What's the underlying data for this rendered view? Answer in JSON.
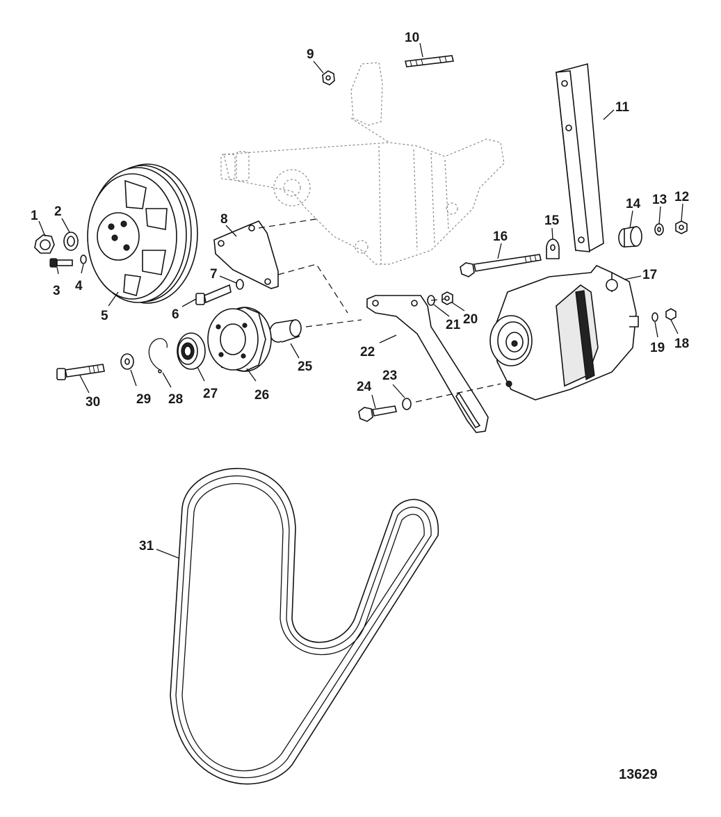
{
  "figure_number": "13629",
  "callouts": [
    {
      "id": "c1",
      "label": "1"
    },
    {
      "id": "c2",
      "label": "2"
    },
    {
      "id": "c3",
      "label": "3"
    },
    {
      "id": "c4",
      "label": "4"
    },
    {
      "id": "c5",
      "label": "5"
    },
    {
      "id": "c6",
      "label": "6"
    },
    {
      "id": "c7",
      "label": "7"
    },
    {
      "id": "c8",
      "label": "8"
    },
    {
      "id": "c9",
      "label": "9"
    },
    {
      "id": "c10",
      "label": "10"
    },
    {
      "id": "c11",
      "label": "11"
    },
    {
      "id": "c12",
      "label": "12"
    },
    {
      "id": "c13",
      "label": "13"
    },
    {
      "id": "c14",
      "label": "14"
    },
    {
      "id": "c15",
      "label": "15"
    },
    {
      "id": "c16",
      "label": "16"
    },
    {
      "id": "c17",
      "label": "17"
    },
    {
      "id": "c18",
      "label": "18"
    },
    {
      "id": "c19",
      "label": "19"
    },
    {
      "id": "c20",
      "label": "20"
    },
    {
      "id": "c21",
      "label": "21"
    },
    {
      "id": "c22",
      "label": "22"
    },
    {
      "id": "c23",
      "label": "23"
    },
    {
      "id": "c24",
      "label": "24"
    },
    {
      "id": "c25",
      "label": "25"
    },
    {
      "id": "c26",
      "label": "26"
    },
    {
      "id": "c27",
      "label": "27"
    },
    {
      "id": "c28",
      "label": "28"
    },
    {
      "id": "c29",
      "label": "29"
    },
    {
      "id": "c30",
      "label": "30"
    },
    {
      "id": "c31",
      "label": "31"
    }
  ]
}
